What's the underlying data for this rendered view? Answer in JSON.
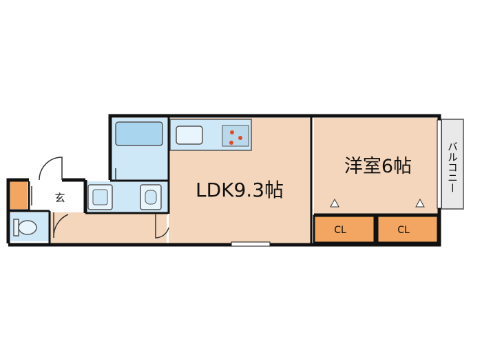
{
  "rooms": {
    "ldk_label": "LDK9.3帖",
    "western_room_label": "洋室6帖",
    "entrance_label": "玄",
    "closet_labels": [
      "CL",
      "CL"
    ],
    "balcony_label": "バルコニー"
  },
  "colors": {
    "floor": "#f4d6bc",
    "wet_area": "#cfe8f7",
    "closet": "#f2a661",
    "wall": "#111111",
    "balcony": "#e9e9e9"
  }
}
